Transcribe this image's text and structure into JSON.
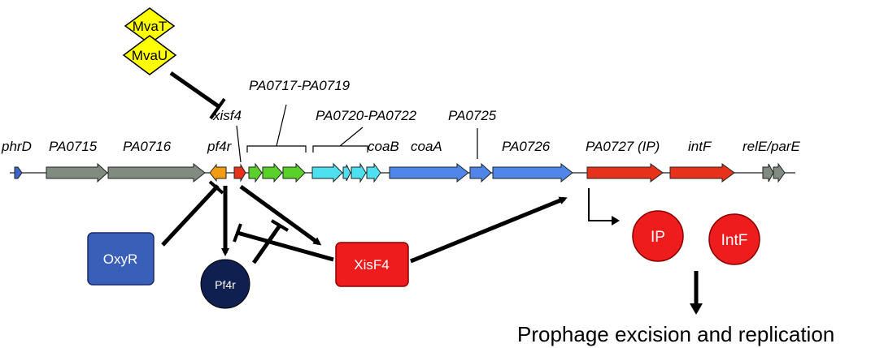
{
  "regulators": {
    "mvat": "MvaT",
    "mvau": "MvaU"
  },
  "gene_labels": {
    "phrD": "phrD",
    "pa0715": "PA0715",
    "pa0716": "PA0716",
    "pf4r": "pf4r",
    "xisf4": "xisf4",
    "pa0717_0719": "PA0717-PA0719",
    "pa0720_0722": "PA0720-PA0722",
    "coaB": "coaB",
    "coaA": "coaA",
    "pa0725": "PA0725",
    "pa0726": "PA0726",
    "pa0727": "PA0727 (IP)",
    "intF": "intF",
    "relE_parE": "relE/parE"
  },
  "proteins": {
    "oxyr": "OxyR",
    "pf4r": "Pf4r",
    "xisf4": "XisF4",
    "ip": "IP",
    "intf": "IntF"
  },
  "outcome": "Prophage excision and replication",
  "colors": {
    "grey_gene": "#7f8c7f",
    "orange_gene": "#f39c12",
    "red_gene": "#e8311a",
    "green_gene": "#5ad12a",
    "cyan_gene": "#4ee0f0",
    "blue_gene": "#4f86e8",
    "dark_blue_small": "#3a66c8",
    "yellow_reg": "#ffff00",
    "oxyr_fill": "#3a5fb8",
    "pf4r_fill": "#0f1f4f",
    "red_protein": "#ee1c1c"
  }
}
